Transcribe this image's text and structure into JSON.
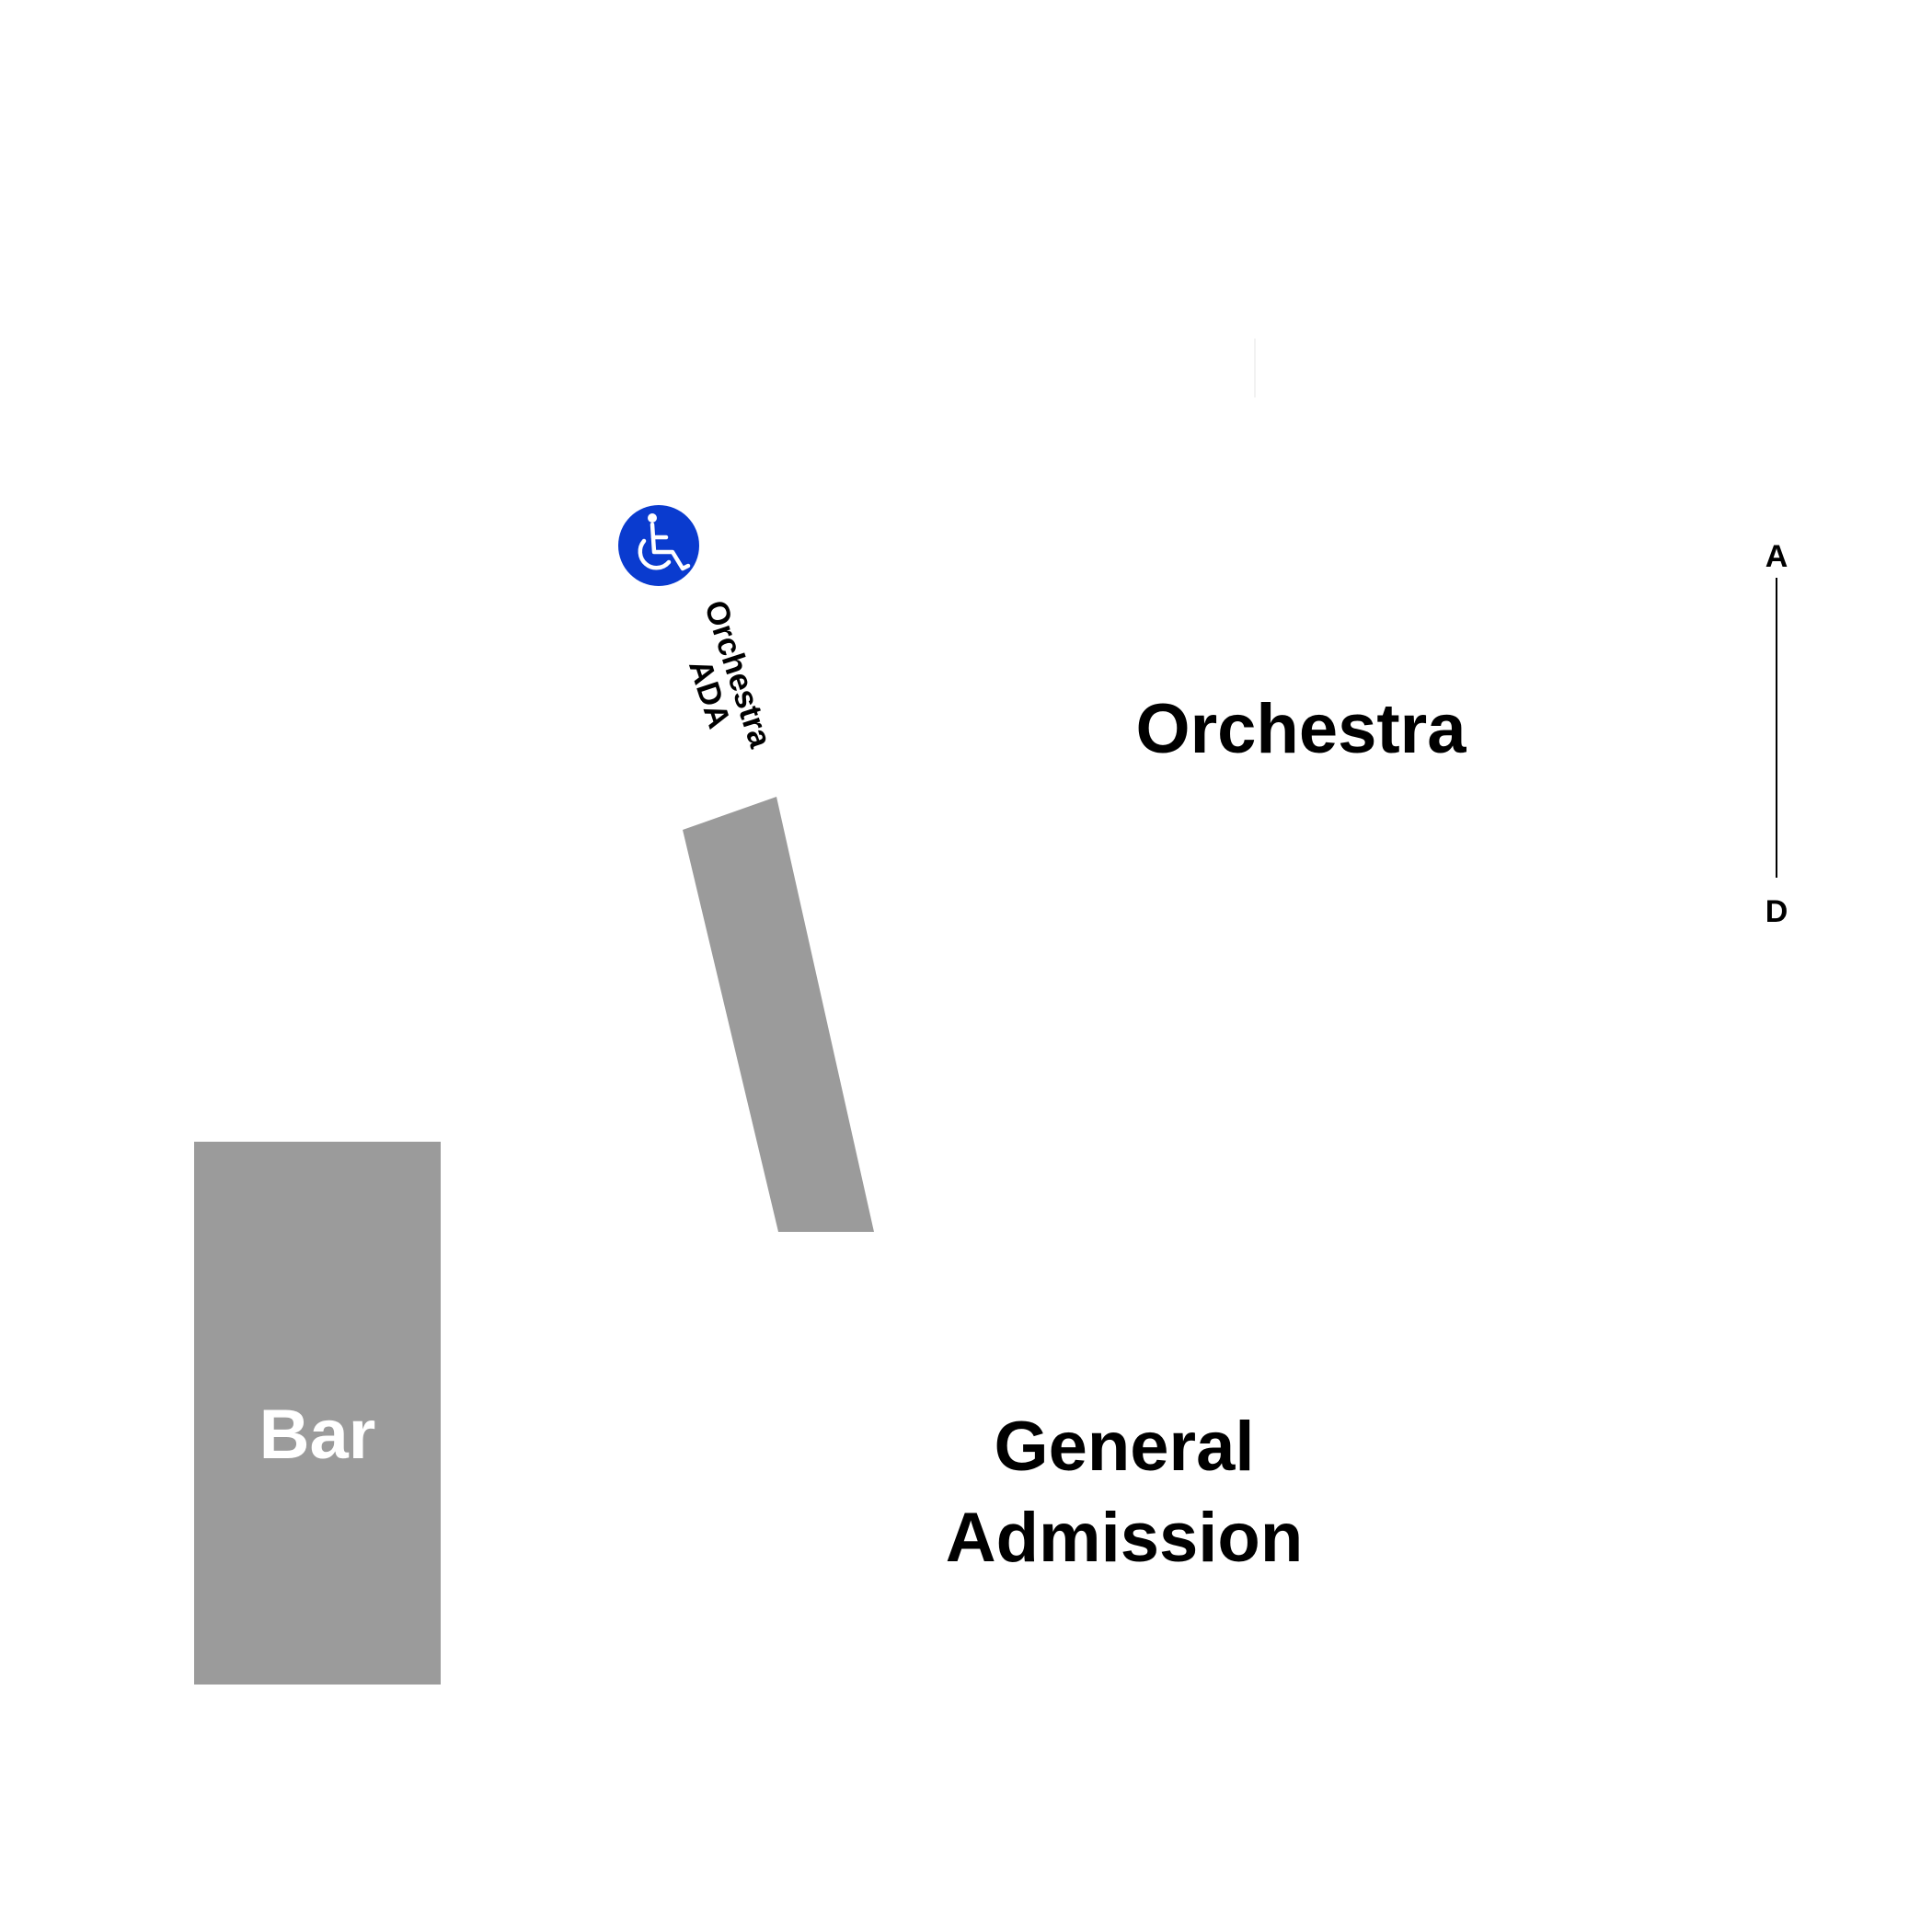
{
  "map": {
    "sections": {
      "orchestra": {
        "label": "Orchestra"
      },
      "general_admission": {
        "label_line1": "General",
        "label_line2": "Admission"
      },
      "orchestra_ada": {
        "label_line1": "Orchestra",
        "label_line2": "ADA"
      }
    },
    "features": {
      "bar": {
        "label": "Bar"
      }
    },
    "row_range": {
      "start": "A",
      "end": "D"
    },
    "icons": {
      "accessibility": "wheelchair-icon"
    },
    "colors": {
      "background": "#ffffff",
      "structure": "#9b9b9b",
      "text": "#000000",
      "bar_text": "#ffffff",
      "accessibility": "#0a3bcf"
    }
  }
}
